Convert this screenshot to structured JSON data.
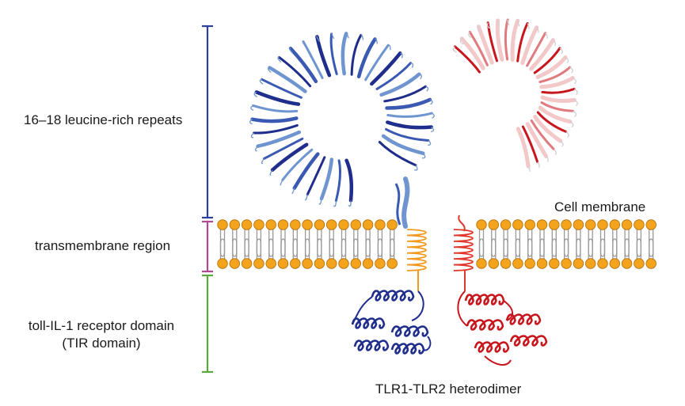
{
  "labels": {
    "lrr": "16–18 leucine-rich repeats",
    "transmembrane": "transmembrane region",
    "tir_line1": "toll-IL-1 receptor domain",
    "tir_line2": "(TIR domain)",
    "membrane": "Cell membrane",
    "caption": "TLR1-TLR2 heterodimer"
  },
  "colors": {
    "lrr_bracket": "#2b3f9e",
    "tm_bracket": "#b0488f",
    "tir_bracket": "#5aa83c",
    "tlr1_dark": "#1f2d8c",
    "tlr1_light": "#6f95d0",
    "tlr2_dark": "#c8161d",
    "tlr2_light": "#f3c8c8",
    "tm_helix_tlr1": "#f29a1f",
    "tm_helix_tlr2": "#e0362b",
    "lipid_head": "#f4a41c",
    "lipid_head_edge": "#b06b06",
    "lipid_tail": "#9a9a9a"
  },
  "icons": {
    "tlr1_ectodomain": "blue-horseshoe-ribbon",
    "tlr2_ectodomain": "red-horseshoe-ribbon",
    "lipid_bilayer": "phospholipid-bilayer",
    "tlr1_tir": "blue-helix-domain",
    "tlr2_tir": "red-helix-domain"
  }
}
